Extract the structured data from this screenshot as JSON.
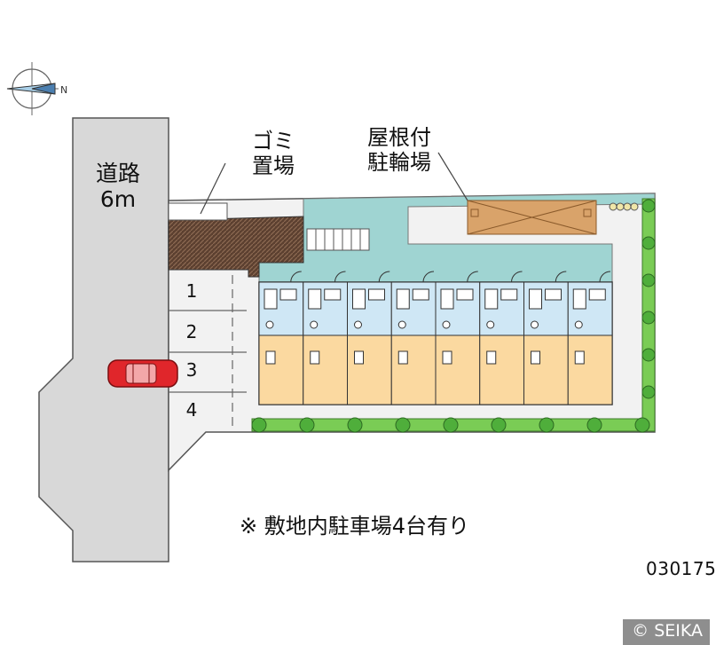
{
  "labels": {
    "road": [
      "道路",
      "6m"
    ],
    "garbage": [
      "ゴミ",
      "置場"
    ],
    "bike": [
      "屋根付",
      "駐輪場"
    ],
    "parking_note": "※ 敷地内駐車場4台有り",
    "property_code": "030175",
    "copyright": "© SEIKA"
  },
  "parking_slots": [
    "1",
    "2",
    "3",
    "4"
  ],
  "colors": {
    "road": "#d8d8d8",
    "site": "#f2f2f2",
    "walkway": "#9fd4d2",
    "garbage_area": "#5c4030",
    "unit_kitchen": "#cfe7f5",
    "unit_room": "#fbd9a0",
    "bike_roof": "#d9a36a",
    "hedge": "#7acc55",
    "car": "#e0262b"
  },
  "icons": [
    "compass-icon",
    "car-icon"
  ]
}
